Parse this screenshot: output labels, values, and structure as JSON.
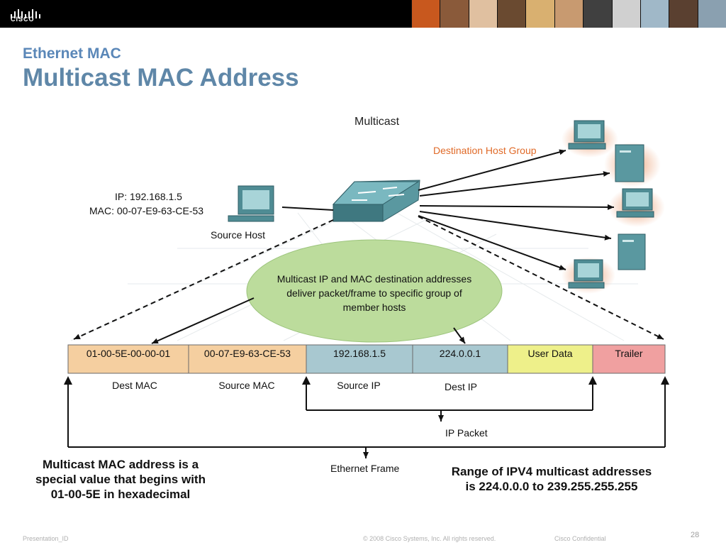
{
  "header": {
    "logo_text": "CISCO",
    "photo_colors": [
      "#c8581e",
      "#8a5a3a",
      "#e0c0a0",
      "#6a4a30",
      "#d9b070",
      "#c89a70",
      "#404040",
      "#d0d0d0",
      "#a0b8c8",
      "#5a4030",
      "#8aa0b0"
    ]
  },
  "slide": {
    "subtitle": "Ethernet MAC",
    "title": "Multicast MAC Address"
  },
  "diagram": {
    "multicast_label": "Multicast",
    "dest_group_label": "Destination Host Group",
    "source_ip": "IP: 192.168.1.5",
    "source_mac": "MAC: 00-07-E9-63-CE-53",
    "source_host_label": "Source Host",
    "bubble_lines": [
      "Multicast IP and MAC destination addresses",
      "deliver packet/frame to specific group of",
      "member hosts"
    ],
    "frame_fields": [
      {
        "text": "01-00-5E-00-00-01",
        "color": "#f5cfa0"
      },
      {
        "text": "00-07-E9-63-CE-53",
        "color": "#f5cfa0"
      },
      {
        "text": "192.168.1.5",
        "color": "#a8c8d0"
      },
      {
        "text": "224.0.0.1",
        "color": "#a8c8d0"
      },
      {
        "text": "User Data",
        "color": "#eef08a"
      },
      {
        "text": "Trailer",
        "color": "#f0a0a0"
      }
    ],
    "field_labels": [
      "Dest MAC",
      "Source MAC",
      "Source IP",
      "Dest IP"
    ],
    "ip_packet_label": "IP Packet",
    "ethernet_frame_label": "Ethernet Frame",
    "accent_orange": "#e06a28"
  },
  "notes": {
    "left": [
      "Multicast MAC address is a",
      "special value that begins with",
      "01-00-5E in hexadecimal"
    ],
    "right": [
      "Range of IPV4 multicast addresses",
      "is 224.0.0.0 to 239.255.255.255"
    ]
  },
  "footer": {
    "presentation_id": "Presentation_ID",
    "copyright": "© 2008 Cisco Systems, Inc. All rights reserved.",
    "confidential": "Cisco Confidential",
    "page_number": "28"
  }
}
